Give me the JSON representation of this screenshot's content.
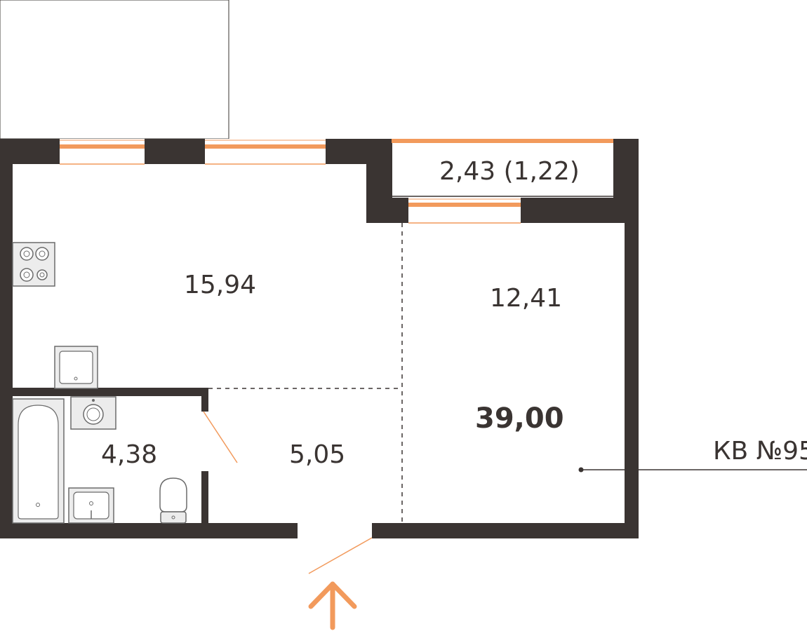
{
  "rooms": {
    "living_kitchen_area": "15,94",
    "bedroom_area": "12,41",
    "hall_area": "5,05",
    "bathroom_area": "4,38",
    "balcony_area": "2,43 (1,22)"
  },
  "total_area": "39,00",
  "apartment_label": "КВ №95",
  "colors": {
    "wall": "#3a3432",
    "accent": "#f29a5c",
    "fixture_fill": "#ececec",
    "fixture_stroke": "#6b6b6b"
  },
  "icons": [
    "stove-icon",
    "sink-icon",
    "washing-machine-icon",
    "bathtub-icon",
    "toilet-icon",
    "entrance-arrow-icon"
  ]
}
